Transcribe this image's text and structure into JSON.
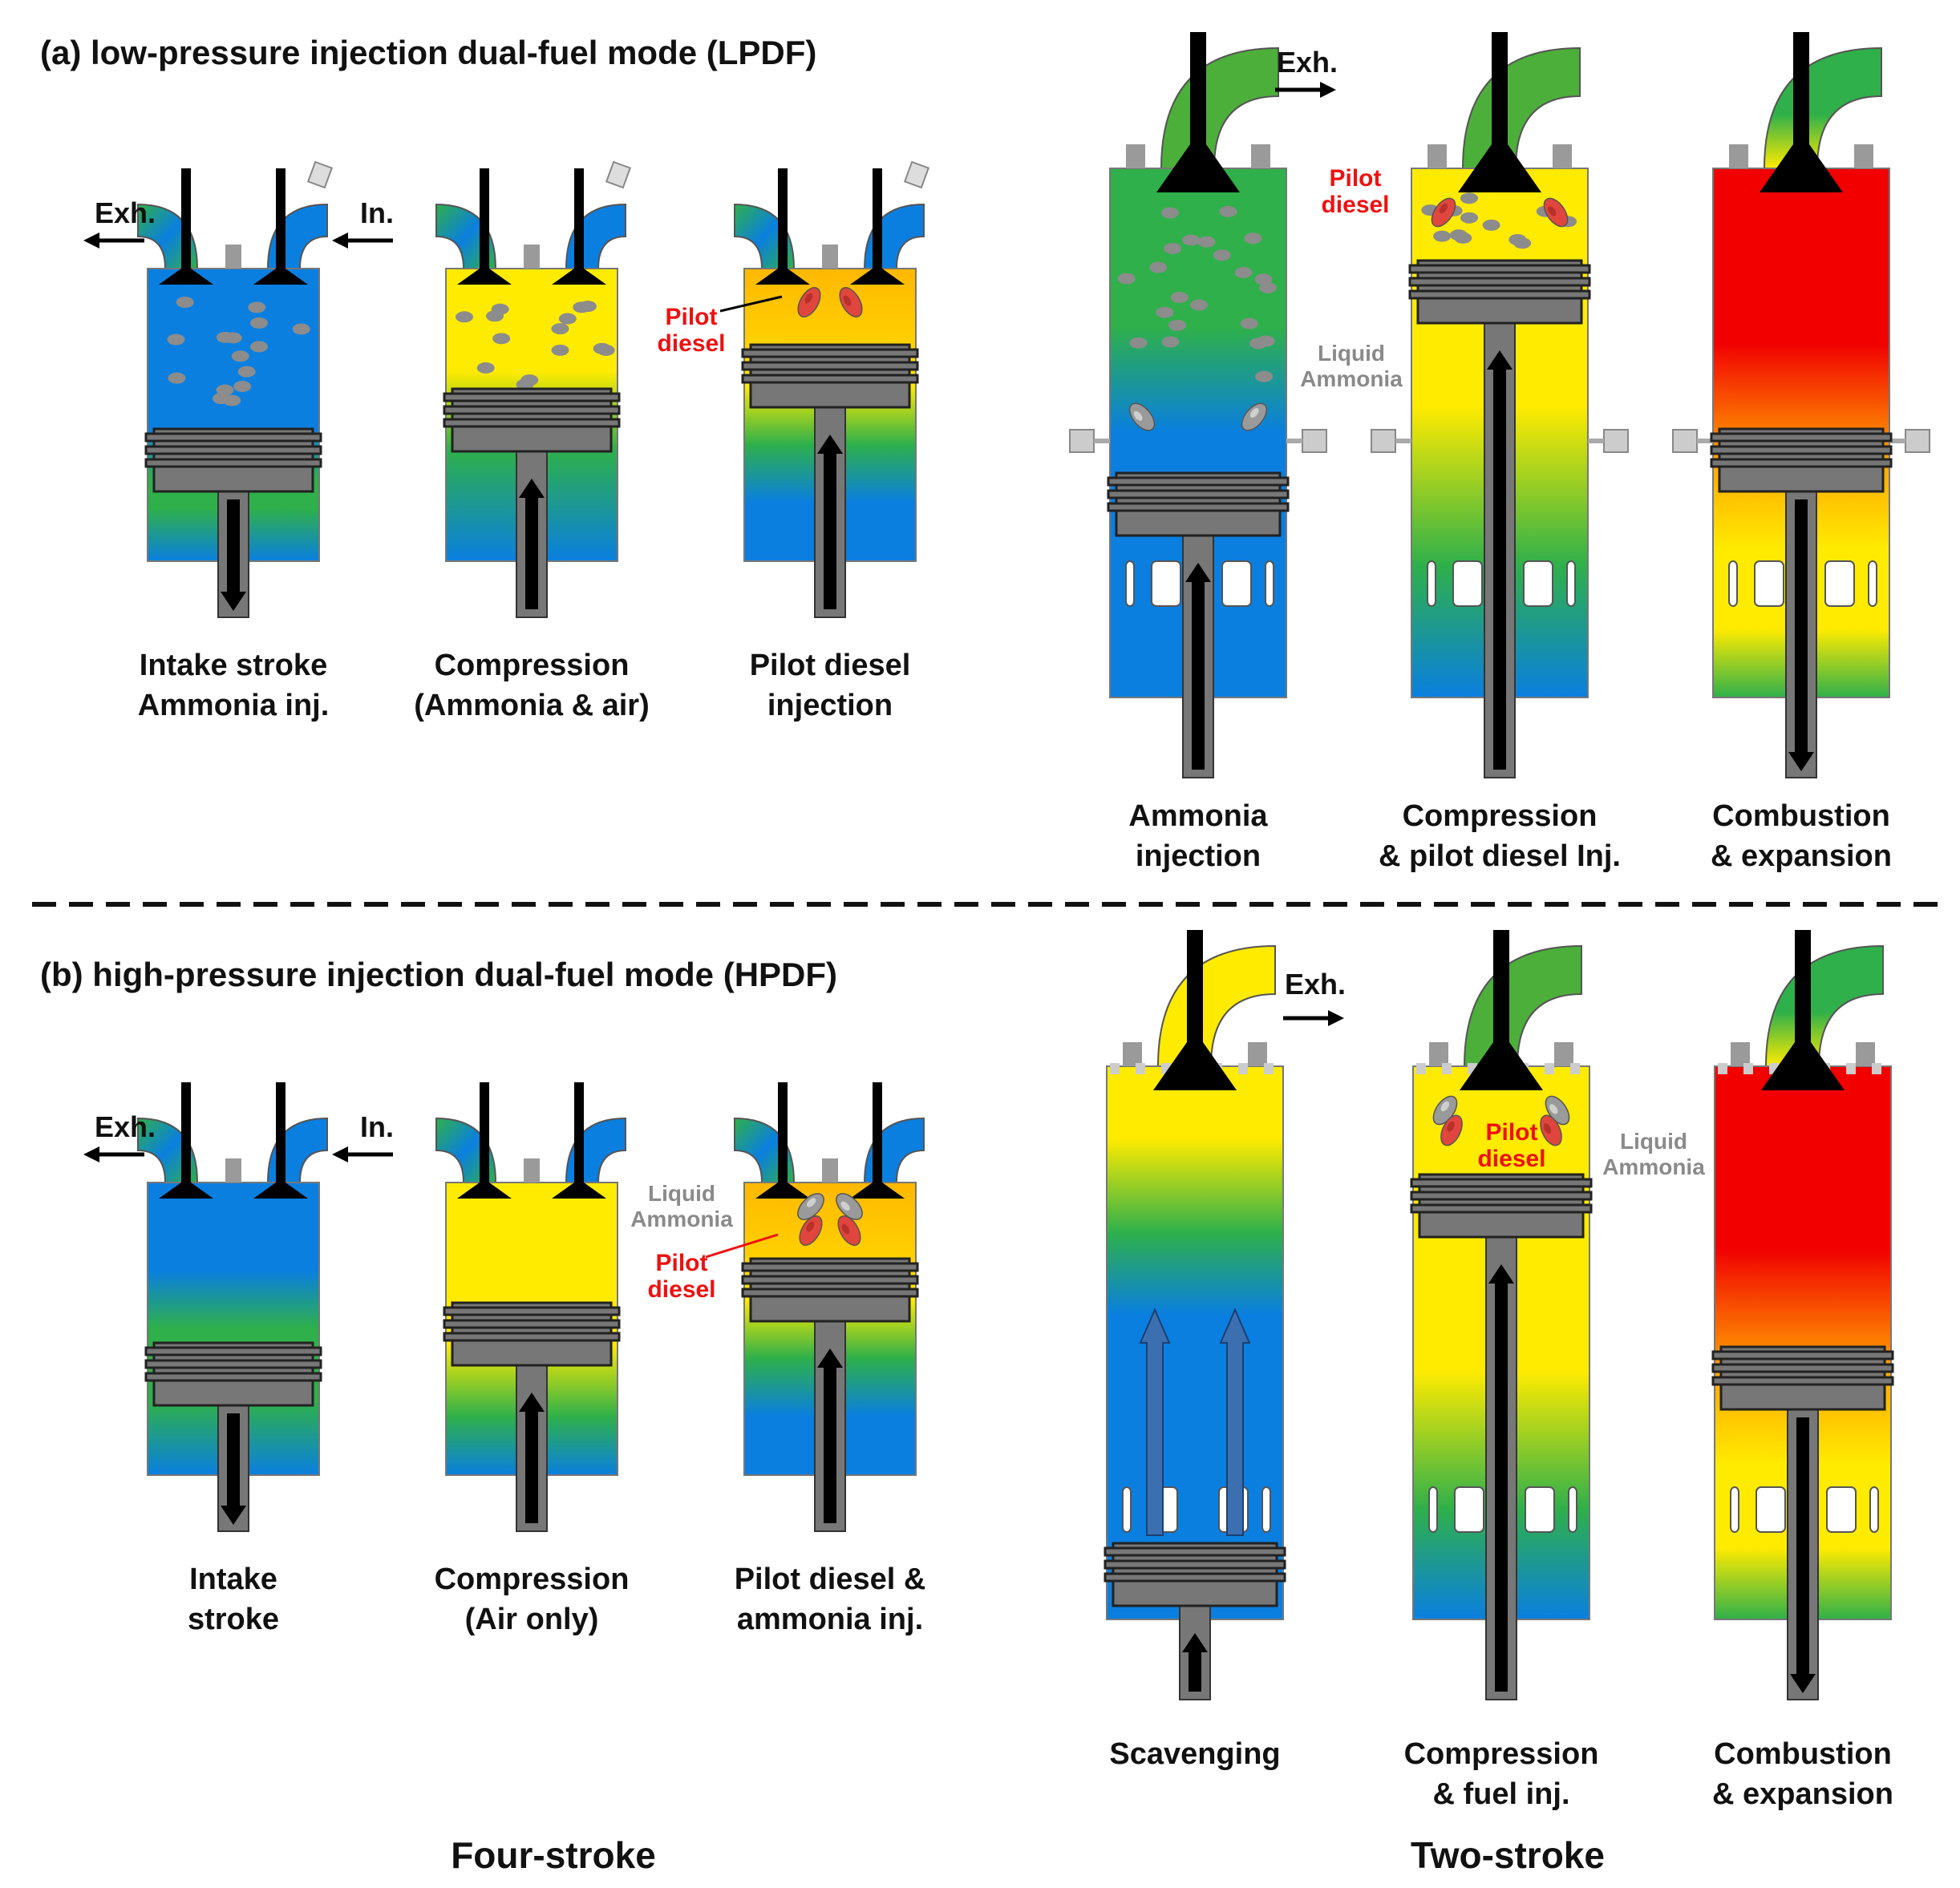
{
  "sections": {
    "a": {
      "title": "(a) low-pressure injection dual-fuel mode (LPDF)"
    },
    "b": {
      "title": "(b) high-pressure injection dual-fuel mode (HPDF)"
    }
  },
  "footer": {
    "four_stroke": "Four-stroke",
    "two_stroke": "Two-stroke"
  },
  "labels": {
    "exh": "Exh.",
    "in": "In.",
    "pilot": "Pilot",
    "diesel": "diesel",
    "liquid": "Liquid",
    "ammonia": "Ammonia"
  },
  "stages": {
    "a_four": [
      [
        "Intake stroke",
        "Ammonia inj."
      ],
      [
        "Compression",
        "(Ammonia & air)"
      ],
      [
        "Pilot diesel",
        "injection"
      ]
    ],
    "a_two": [
      [
        "Ammonia",
        "injection"
      ],
      [
        "Compression",
        "& pilot diesel Inj."
      ],
      [
        "Combustion",
        "& expansion"
      ]
    ],
    "b_four": [
      [
        "Intake",
        "stroke"
      ],
      [
        "Compression",
        "(Air only)"
      ],
      [
        "Pilot diesel &",
        "ammonia inj."
      ]
    ],
    "b_two": [
      [
        "Scavenging"
      ],
      [
        "Compression",
        "& fuel inj."
      ],
      [
        "Combustion",
        "& expansion"
      ]
    ]
  },
  "colors": {
    "blue": "#0a7fe0",
    "green": "#2fb04a",
    "yellow": "#ffeb00",
    "orange": "#ffa500",
    "red": "#f20000",
    "metal": "#777777",
    "label_red": "#ee1111",
    "label_grey": "#8a8a8a"
  },
  "icons": [
    "intake-valve-icon",
    "exhaust-valve-icon",
    "piston-icon",
    "fuel-injector-icon",
    "flame-spray-icon",
    "ammonia-droplet-icon",
    "arrow-icon"
  ]
}
